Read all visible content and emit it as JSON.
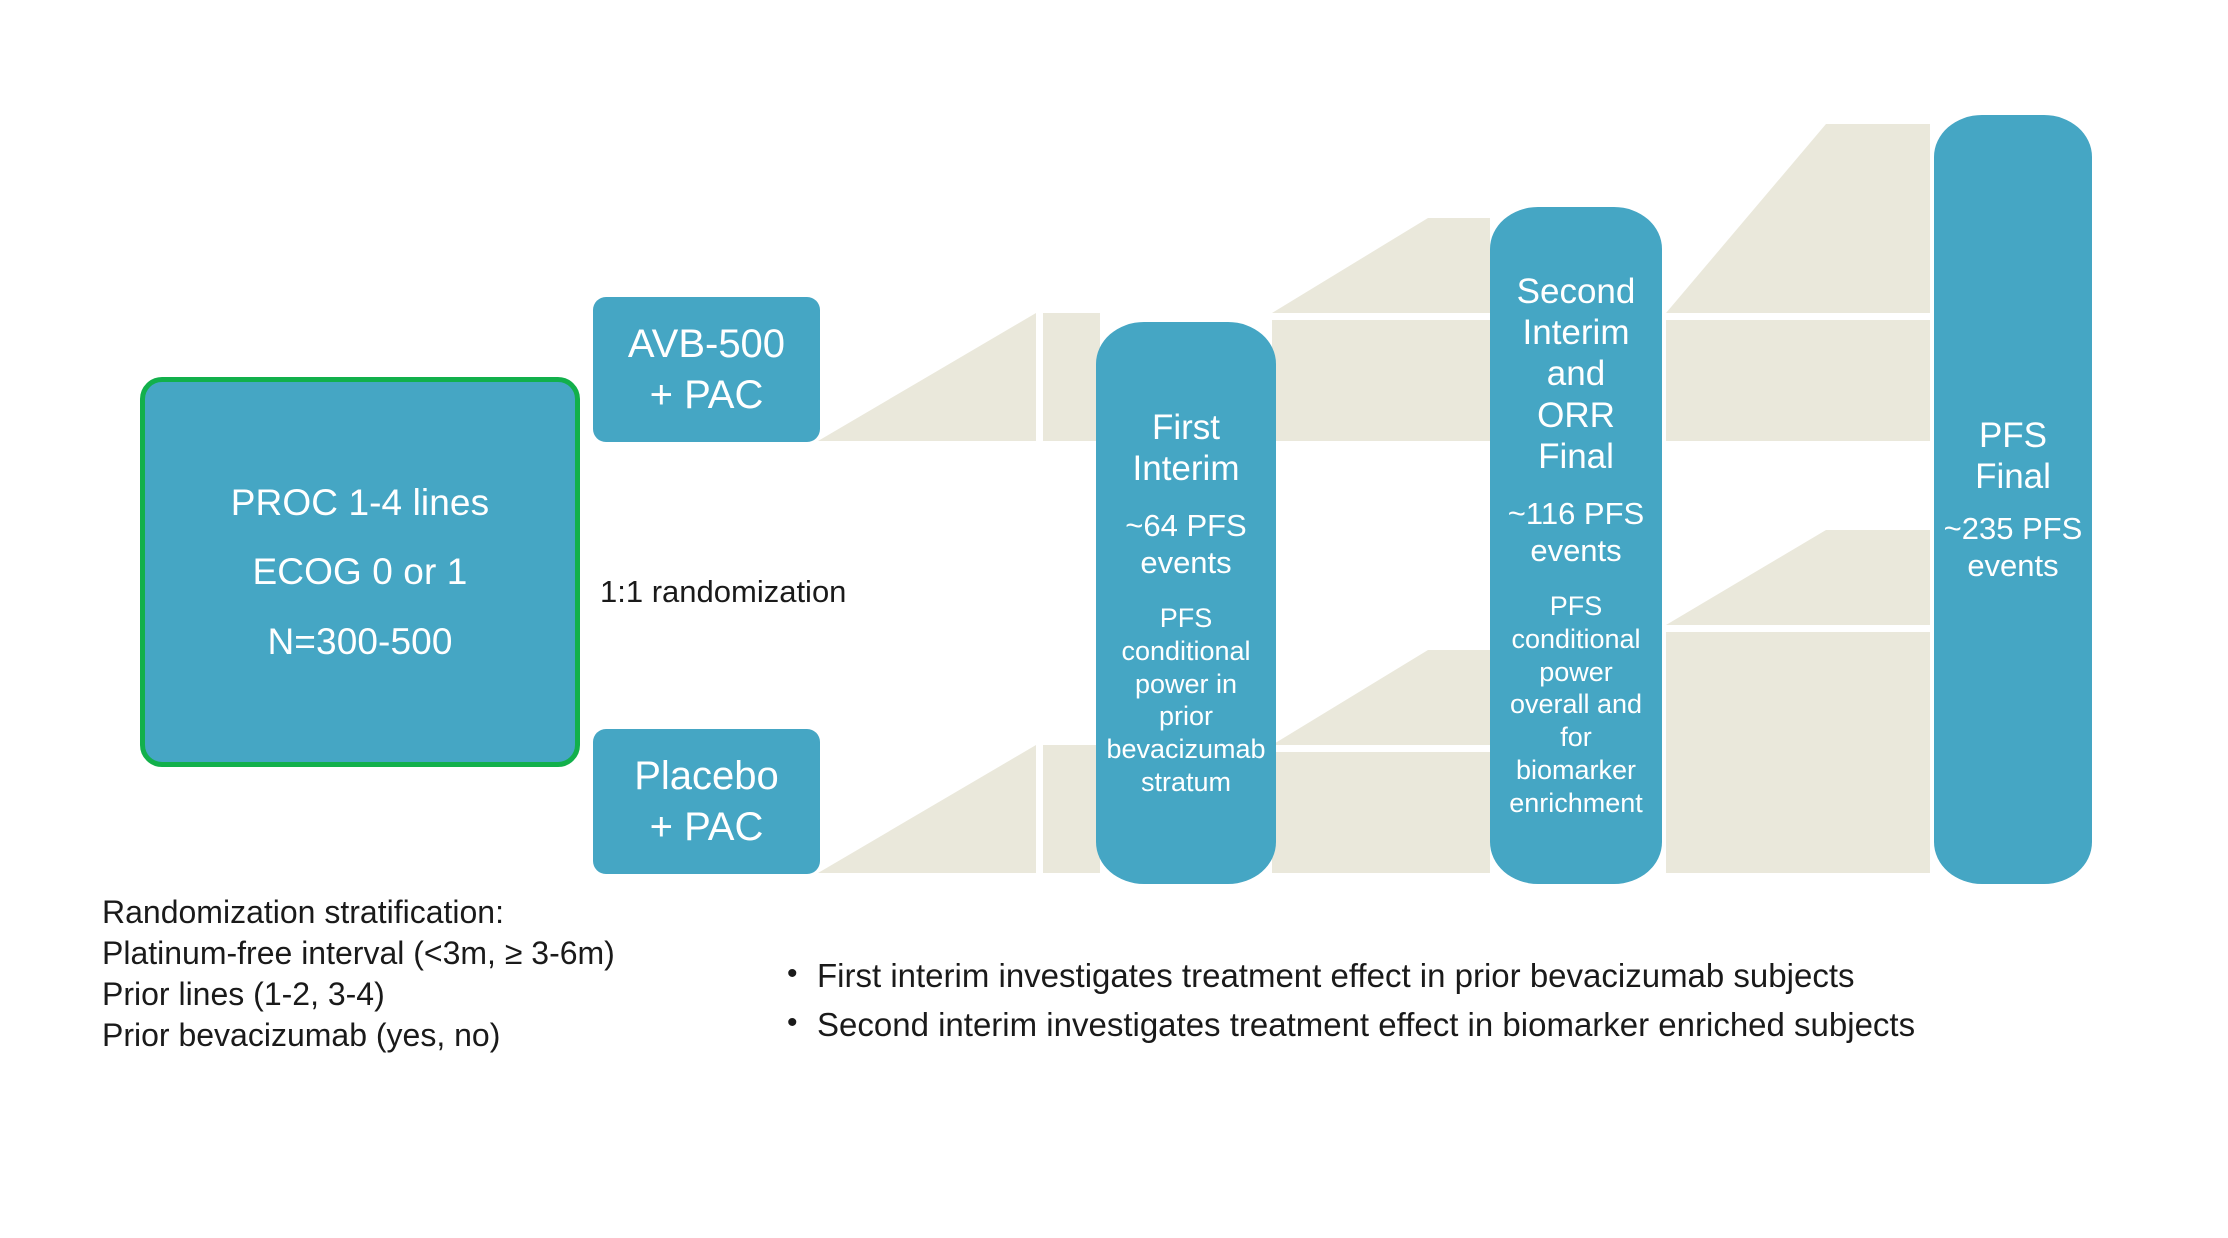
{
  "slide": {
    "theme": {
      "node_fill": "#45A6C4",
      "node_text": "#FFFFFF",
      "entry_border": "#12B04B",
      "ribbon": "#EAE8DB",
      "background": "#FFFFFF",
      "body_text": "#1A1A1A"
    }
  },
  "entry": {
    "name": "eligibility-box",
    "lines": [
      "PROC 1-4 lines",
      "ECOG 0 or 1",
      "N=300-500"
    ]
  },
  "randomization": {
    "label": "1:1 randomization"
  },
  "arms": [
    {
      "name": "treatment-arm",
      "lines": [
        "AVB-500",
        "+ PAC"
      ]
    },
    {
      "name": "control-arm",
      "lines": [
        "Placebo",
        "+ PAC"
      ]
    }
  ],
  "stages": [
    {
      "name": "first-interim",
      "title": [
        "First",
        "Interim"
      ],
      "events": [
        "~64 PFS",
        "events"
      ],
      "note": [
        "PFS",
        "conditional",
        "power in",
        "prior",
        "bevacizumab",
        "stratum"
      ]
    },
    {
      "name": "second-interim",
      "title": [
        "Second",
        "Interim",
        "and",
        "ORR Final"
      ],
      "events": [
        "~116 PFS",
        "events"
      ],
      "note": [
        "PFS",
        "conditional",
        "power",
        "overall and",
        "for",
        "biomarker",
        "enrichment"
      ]
    },
    {
      "name": "pfs-final",
      "title": [
        "PFS Final"
      ],
      "events": [
        "~235 PFS",
        "events"
      ],
      "note": []
    }
  ],
  "stratification": {
    "heading": "Randomization stratification:",
    "items": [
      "Platinum-free interval (<3m, ≥ 3-6m)",
      "Prior lines (1-2, 3-4)",
      "Prior bevacizumab (yes, no)"
    ]
  },
  "notes": {
    "bullet_glyph": "•",
    "items": [
      "First interim investigates treatment effect in prior bevacizumab subjects",
      "Second interim investigates treatment effect in biomarker enriched subjects"
    ]
  }
}
